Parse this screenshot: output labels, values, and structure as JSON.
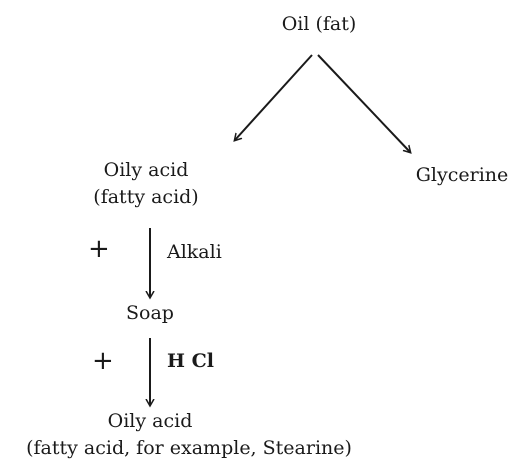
{
  "nodes": {
    "oil": "Oil (fat)",
    "oily_acid_1": "Oily acid",
    "fatty_acid_1": "(fatty acid)",
    "glycerine": "Glycerine",
    "soap": "Soap",
    "oily_acid_2": "Oily acid",
    "fatty_acid_2": "(fatty acid, for example, Stearine)"
  },
  "reagents": {
    "plus_1": "+",
    "alkali": "Alkali",
    "plus_2": "+",
    "hcl": "H Cl"
  },
  "colors": {
    "ink": "#1a1a1a",
    "background": "#ffffff"
  }
}
